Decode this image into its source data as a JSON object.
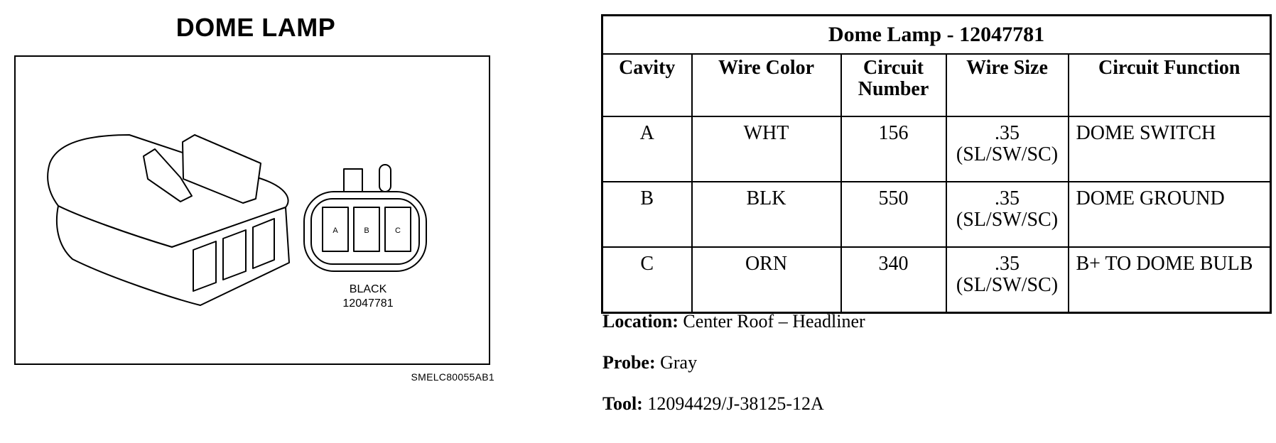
{
  "diagram": {
    "title": "DOME LAMP",
    "connector_color": "BLACK",
    "connector_part": "12047781",
    "cavities": [
      "A",
      "B",
      "C"
    ],
    "figure_code": "SMELC80055AB1"
  },
  "table": {
    "title": "Dome Lamp - 12047781",
    "headers": [
      "Cavity",
      "Wire Color",
      "Circuit Number",
      "Wire Size",
      "Circuit Function"
    ],
    "rows": [
      {
        "cavity": "A",
        "wire_color": "WHT",
        "circuit_number": "156",
        "wire_size_1": ".35",
        "wire_size_2": "(SL/SW/SC)",
        "function": "DOME SWITCH"
      },
      {
        "cavity": "B",
        "wire_color": "BLK",
        "circuit_number": "550",
        "wire_size_1": ".35",
        "wire_size_2": "(SL/SW/SC)",
        "function": "DOME GROUND"
      },
      {
        "cavity": "C",
        "wire_color": "ORN",
        "circuit_number": "340",
        "wire_size_1": ".35",
        "wire_size_2": "(SL/SW/SC)",
        "function": "B+ TO DOME BULB"
      }
    ]
  },
  "info": {
    "location_label": "Location:",
    "location_value": "Center Roof – Headliner",
    "probe_label": "Probe:",
    "probe_value": "Gray",
    "tool_label": "Tool:",
    "tool_value": "12094429/J-38125-12A"
  }
}
